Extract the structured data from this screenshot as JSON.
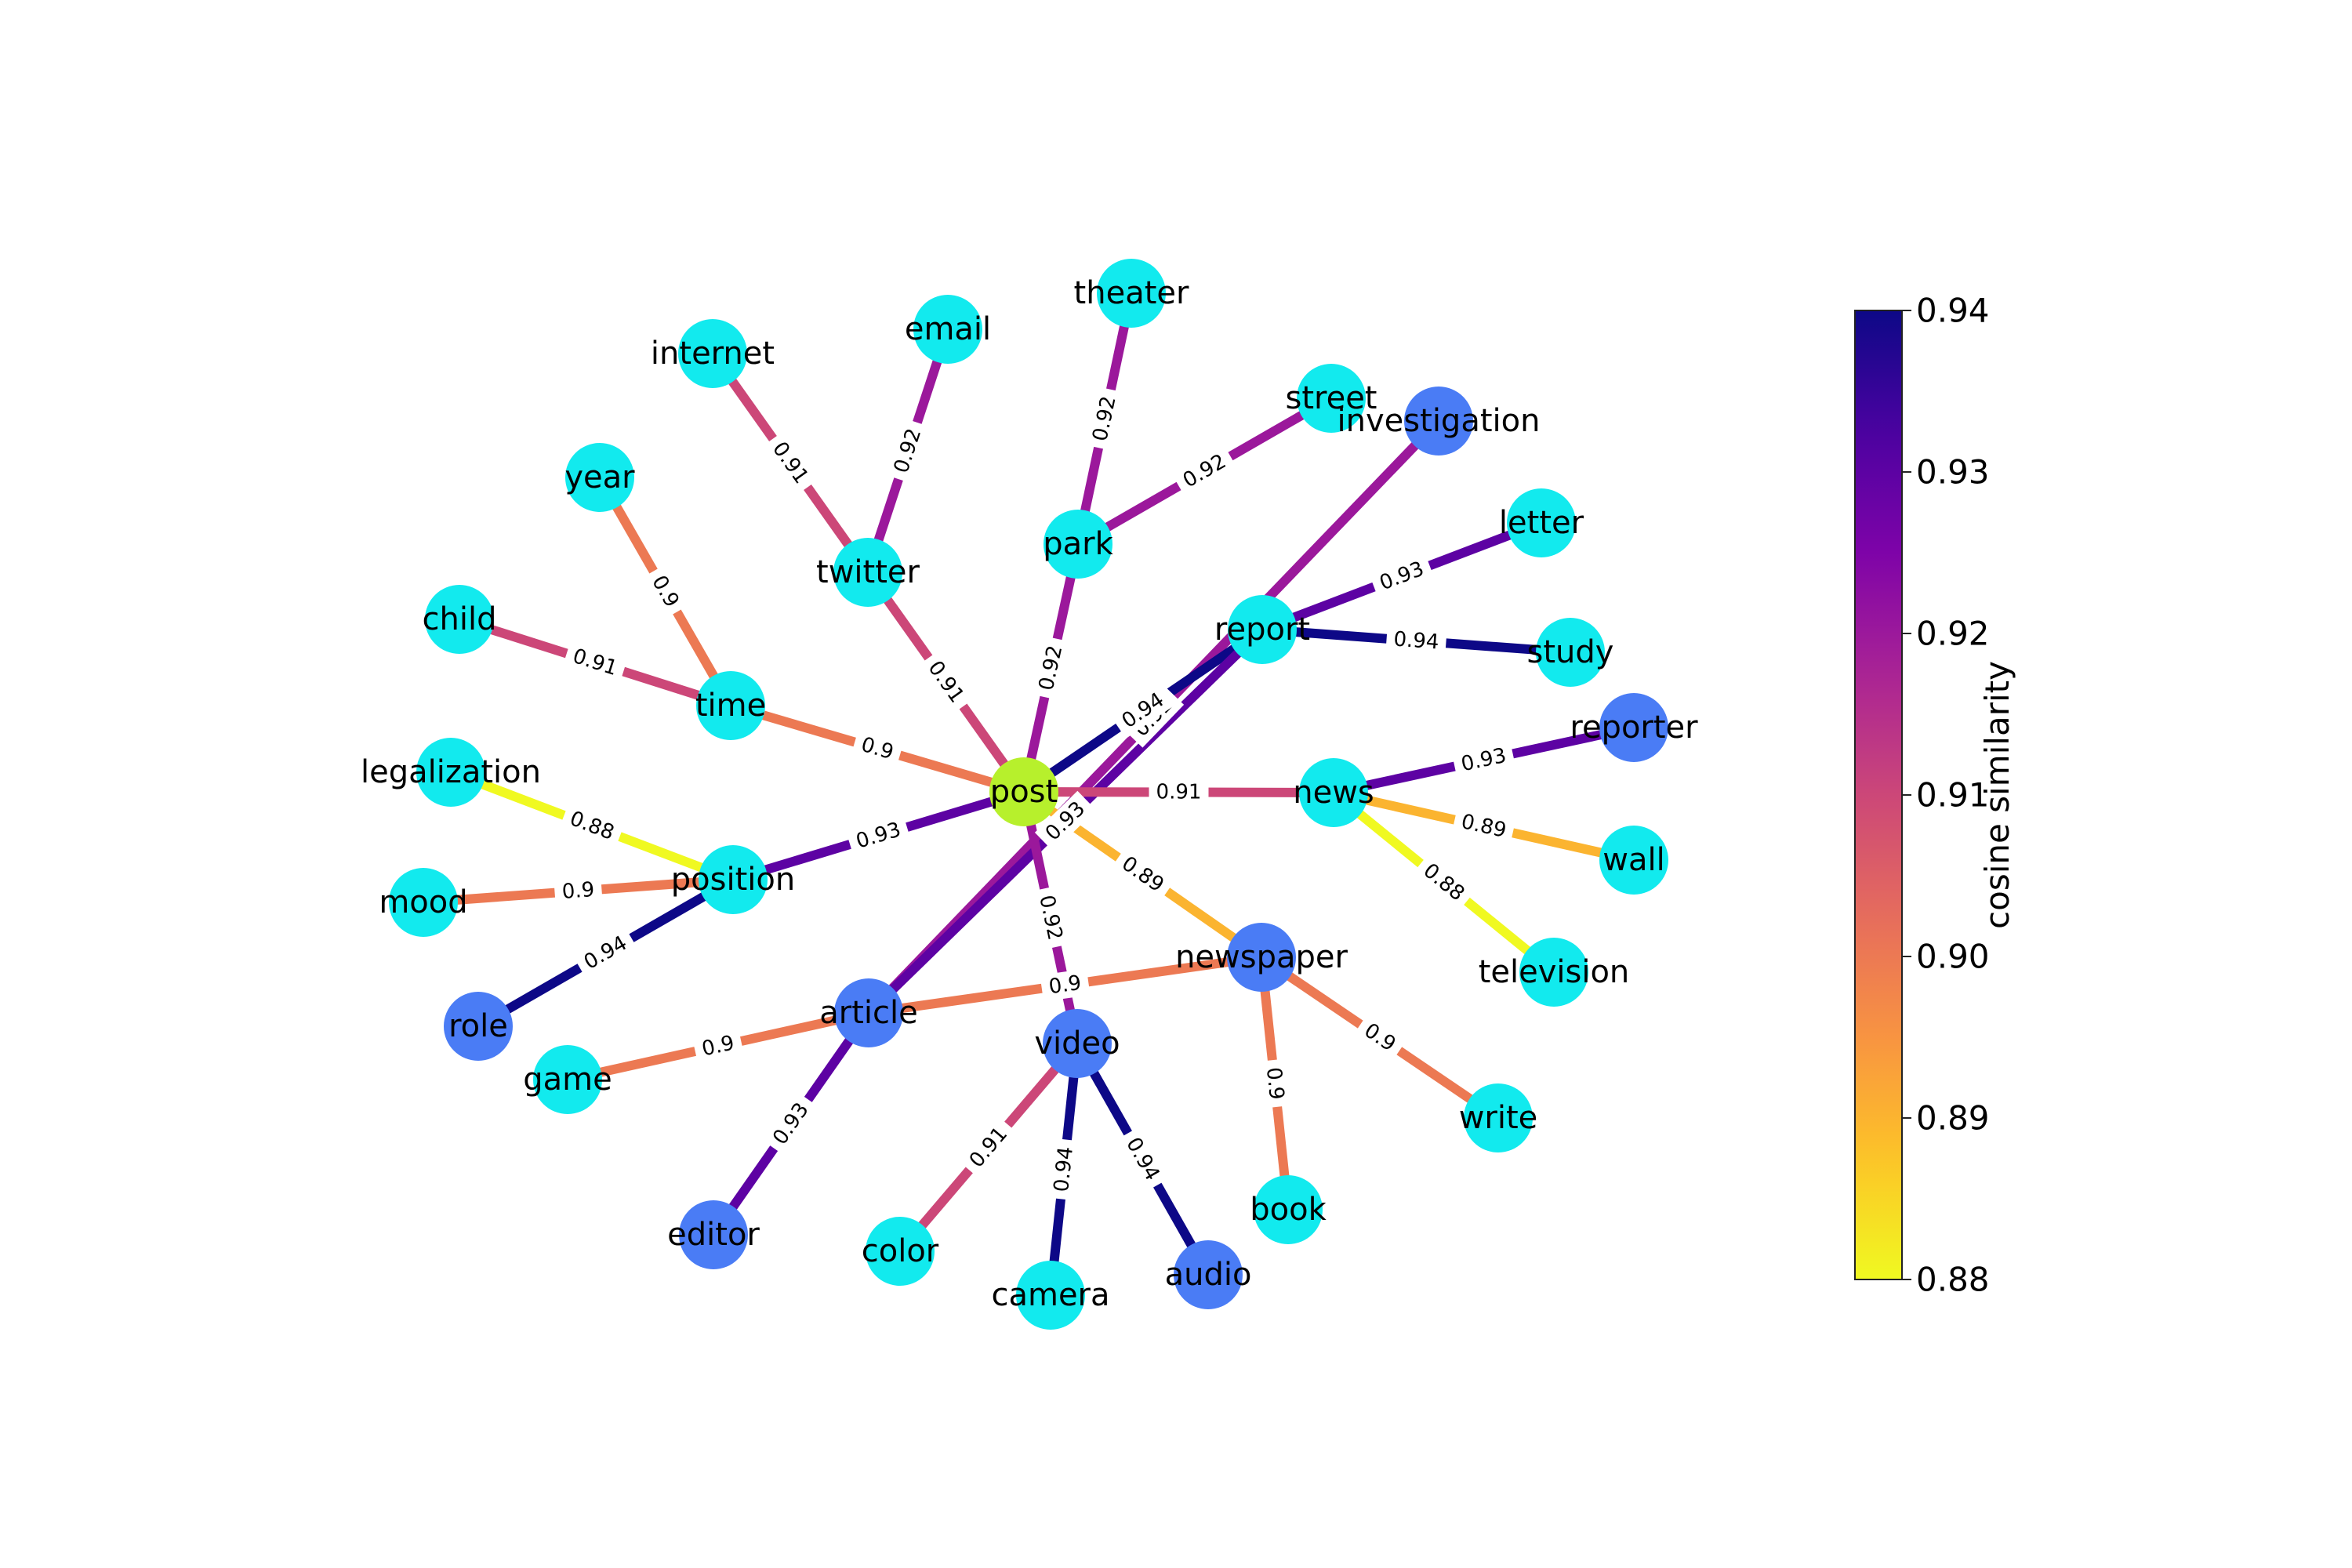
{
  "colors": {
    "highlight_node": "#b7f02c",
    "neighbor_node": "#4a7cf5",
    "leaf_node": "#12eaee"
  },
  "colorbar": {
    "label": "cosine similarity",
    "min": 0.88,
    "max": 0.94,
    "ticks": [
      "0.88",
      "0.89",
      "0.90",
      "0.91",
      "0.92",
      "0.93",
      "0.94"
    ],
    "colormap": "plasma_r"
  },
  "nodes": [
    {
      "id": "post",
      "label": "post",
      "group": "highlight"
    },
    {
      "id": "twitter",
      "label": "twitter",
      "group": "leaf"
    },
    {
      "id": "internet",
      "label": "internet",
      "group": "leaf"
    },
    {
      "id": "email",
      "label": "email",
      "group": "leaf"
    },
    {
      "id": "theater",
      "label": "theater",
      "group": "leaf"
    },
    {
      "id": "park",
      "label": "park",
      "group": "leaf"
    },
    {
      "id": "street",
      "label": "street",
      "group": "leaf"
    },
    {
      "id": "investigation",
      "label": "investigation",
      "group": "neighbor"
    },
    {
      "id": "report",
      "label": "report",
      "group": "leaf"
    },
    {
      "id": "letter",
      "label": "letter",
      "group": "leaf"
    },
    {
      "id": "study",
      "label": "study",
      "group": "leaf"
    },
    {
      "id": "year",
      "label": "year",
      "group": "leaf"
    },
    {
      "id": "child",
      "label": "child",
      "group": "leaf"
    },
    {
      "id": "time",
      "label": "time",
      "group": "leaf"
    },
    {
      "id": "legalization",
      "label": "legalization",
      "group": "leaf"
    },
    {
      "id": "position",
      "label": "position",
      "group": "leaf"
    },
    {
      "id": "mood",
      "label": "mood",
      "group": "leaf"
    },
    {
      "id": "role",
      "label": "role",
      "group": "neighbor"
    },
    {
      "id": "game",
      "label": "game",
      "group": "leaf"
    },
    {
      "id": "article",
      "label": "article",
      "group": "neighbor"
    },
    {
      "id": "editor",
      "label": "editor",
      "group": "neighbor"
    },
    {
      "id": "video",
      "label": "video",
      "group": "neighbor"
    },
    {
      "id": "color",
      "label": "color",
      "group": "leaf"
    },
    {
      "id": "camera",
      "label": "camera",
      "group": "leaf"
    },
    {
      "id": "audio",
      "label": "audio",
      "group": "neighbor"
    },
    {
      "id": "newspaper",
      "label": "newspaper",
      "group": "neighbor"
    },
    {
      "id": "book",
      "label": "book",
      "group": "leaf"
    },
    {
      "id": "write",
      "label": "write",
      "group": "leaf"
    },
    {
      "id": "news",
      "label": "news",
      "group": "leaf"
    },
    {
      "id": "reporter",
      "label": "reporter",
      "group": "neighbor"
    },
    {
      "id": "wall",
      "label": "wall",
      "group": "leaf"
    },
    {
      "id": "television",
      "label": "television",
      "group": "leaf"
    }
  ],
  "edges": [
    {
      "source": "internet",
      "target": "twitter",
      "weight": 0.91,
      "label": "0.91"
    },
    {
      "source": "email",
      "target": "twitter",
      "weight": 0.92,
      "label": "0.92"
    },
    {
      "source": "twitter",
      "target": "post",
      "weight": 0.91,
      "label": "0.91"
    },
    {
      "source": "theater",
      "target": "park",
      "weight": 0.92,
      "label": "0.92"
    },
    {
      "source": "park",
      "target": "street",
      "weight": 0.92,
      "label": "0.92"
    },
    {
      "source": "park",
      "target": "post",
      "weight": 0.92,
      "label": "0.92"
    },
    {
      "source": "investigation",
      "target": "article",
      "weight": 0.92,
      "label": "0.92"
    },
    {
      "source": "report",
      "target": "letter",
      "weight": 0.93,
      "label": "0.93"
    },
    {
      "source": "report",
      "target": "study",
      "weight": 0.94,
      "label": "0.94"
    },
    {
      "source": "post",
      "target": "report",
      "weight": 0.94,
      "label": "0.94"
    },
    {
      "source": "report",
      "target": "article",
      "weight": 0.93,
      "label": "0.93"
    },
    {
      "source": "year",
      "target": "time",
      "weight": 0.9,
      "label": "0.9"
    },
    {
      "source": "child",
      "target": "time",
      "weight": 0.91,
      "label": "0.91"
    },
    {
      "source": "time",
      "target": "post",
      "weight": 0.9,
      "label": "0.9"
    },
    {
      "source": "legalization",
      "target": "position",
      "weight": 0.88,
      "label": "0.88"
    },
    {
      "source": "position",
      "target": "post",
      "weight": 0.93,
      "label": "0.93"
    },
    {
      "source": "mood",
      "target": "position",
      "weight": 0.9,
      "label": "0.9"
    },
    {
      "source": "role",
      "target": "position",
      "weight": 0.94,
      "label": "0.94"
    },
    {
      "source": "post",
      "target": "news",
      "weight": 0.91,
      "label": "0.91"
    },
    {
      "source": "news",
      "target": "reporter",
      "weight": 0.93,
      "label": "0.93"
    },
    {
      "source": "news",
      "target": "wall",
      "weight": 0.89,
      "label": "0.89"
    },
    {
      "source": "news",
      "target": "television",
      "weight": 0.88,
      "label": "0.88"
    },
    {
      "source": "post",
      "target": "newspaper",
      "weight": 0.89,
      "label": "0.89"
    },
    {
      "source": "post",
      "target": "video",
      "weight": 0.92,
      "label": "0.92"
    },
    {
      "source": "game",
      "target": "article",
      "weight": 0.9,
      "label": "0.9"
    },
    {
      "source": "article",
      "target": "newspaper",
      "weight": 0.9,
      "label": "0.9"
    },
    {
      "source": "article",
      "target": "editor",
      "weight": 0.93,
      "label": "0.93"
    },
    {
      "source": "video",
      "target": "color",
      "weight": 0.91,
      "label": "0.91"
    },
    {
      "source": "video",
      "target": "camera",
      "weight": 0.94,
      "label": "0.94"
    },
    {
      "source": "video",
      "target": "audio",
      "weight": 0.94,
      "label": "0.94"
    },
    {
      "source": "newspaper",
      "target": "book",
      "weight": 0.9,
      "label": "0.9"
    },
    {
      "source": "newspaper",
      "target": "write",
      "weight": 0.9,
      "label": "0.9"
    }
  ]
}
